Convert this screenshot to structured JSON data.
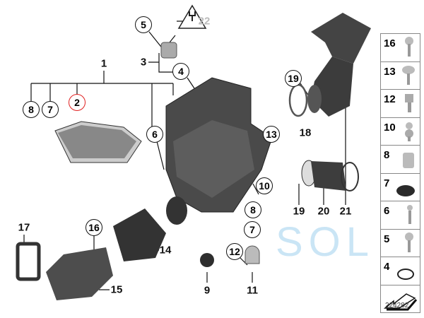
{
  "diagram_code": "224282",
  "watermark": "SOL",
  "callouts": {
    "c1": "1",
    "c2": "2",
    "c3": "3",
    "c4": "4",
    "c5": "5",
    "c6": "6",
    "c7a": "7",
    "c7b": "7",
    "c8a": "8",
    "c8b": "8",
    "c9": "9",
    "c10": "10",
    "c11": "11",
    "c12": "12",
    "c13": "13",
    "c14": "14",
    "c15": "15",
    "c16": "16",
    "c17": "17",
    "c18": "18",
    "c19a": "19",
    "c19b": "19",
    "c20": "20",
    "c21": "21",
    "c22": "22"
  },
  "side_panel": [
    "16",
    "13",
    "12",
    "10",
    "8",
    "7",
    "6",
    "5",
    "4"
  ]
}
